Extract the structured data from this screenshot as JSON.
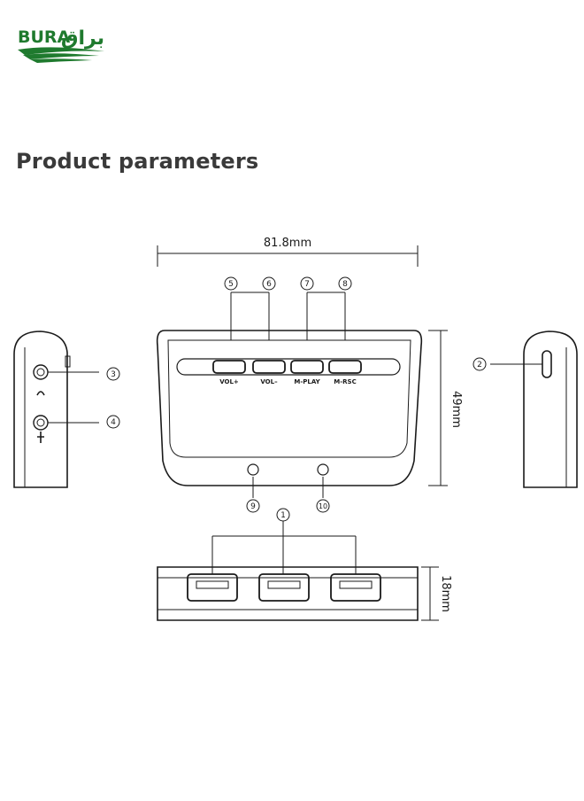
{
  "brand": {
    "latin": "BURA",
    "arabic": "براق",
    "color_green": "#1f7a2e",
    "color_dark_green": "#0e5a1f"
  },
  "page": {
    "title": "Product parameters"
  },
  "dimensions": {
    "width": "81.8mm",
    "height": "49mm",
    "depth": "18mm"
  },
  "buttons": [
    {
      "label": "VOL+"
    },
    {
      "label": "VOL–"
    },
    {
      "label": "M-PLAY"
    },
    {
      "label": "M-RSC"
    }
  ],
  "callouts": [
    "1",
    "2",
    "3",
    "4",
    "5",
    "6",
    "7",
    "8",
    "9",
    "10"
  ]
}
